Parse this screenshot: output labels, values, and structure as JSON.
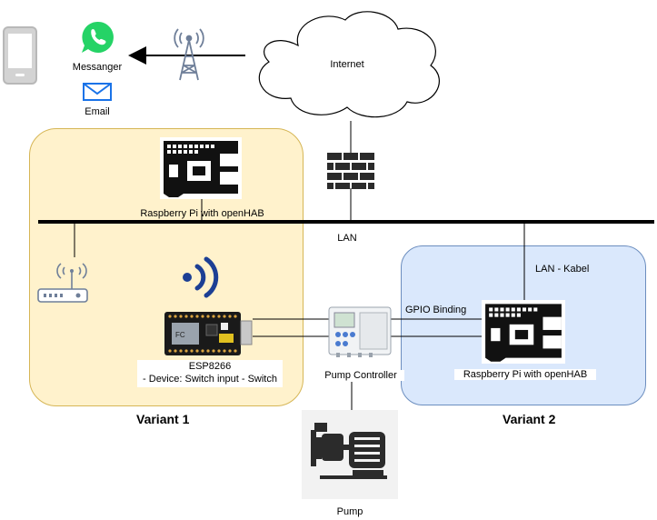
{
  "nodes": {
    "messenger": "Messanger",
    "email": "Email",
    "internet": "Internet",
    "lan": "LAN",
    "rpi_top": "Raspberry Pi with openHAB",
    "esp_line1": "ESP8266",
    "esp_line2": "- Device: Switch input - Switch",
    "pump_controller": "Pump Controller",
    "gpio": "GPIO Binding",
    "lan_kabel": "LAN - Kabel",
    "rpi_v2": "Raspberry Pi with openHAB",
    "pump": "Pump"
  },
  "groups": {
    "variant1": "Variant 1",
    "variant2": "Variant 2"
  },
  "colors": {
    "variant1_fill": "#fff2cc",
    "variant1_border": "#d6b656",
    "variant2_fill": "#dae8fc",
    "variant2_border": "#6c8ebf",
    "whatsapp_green": "#25d366",
    "email_blue": "#1a73e8",
    "wifi_blue": "#1c3f94"
  },
  "icons": [
    "phone-icon",
    "whatsapp-icon",
    "email-icon",
    "antenna-tower-icon",
    "cloud-icon",
    "firewall-icon",
    "router-icon",
    "wifi-icon",
    "raspberry-pi-icon",
    "esp8266-board-icon",
    "pump-controller-icon",
    "pump-icon"
  ]
}
